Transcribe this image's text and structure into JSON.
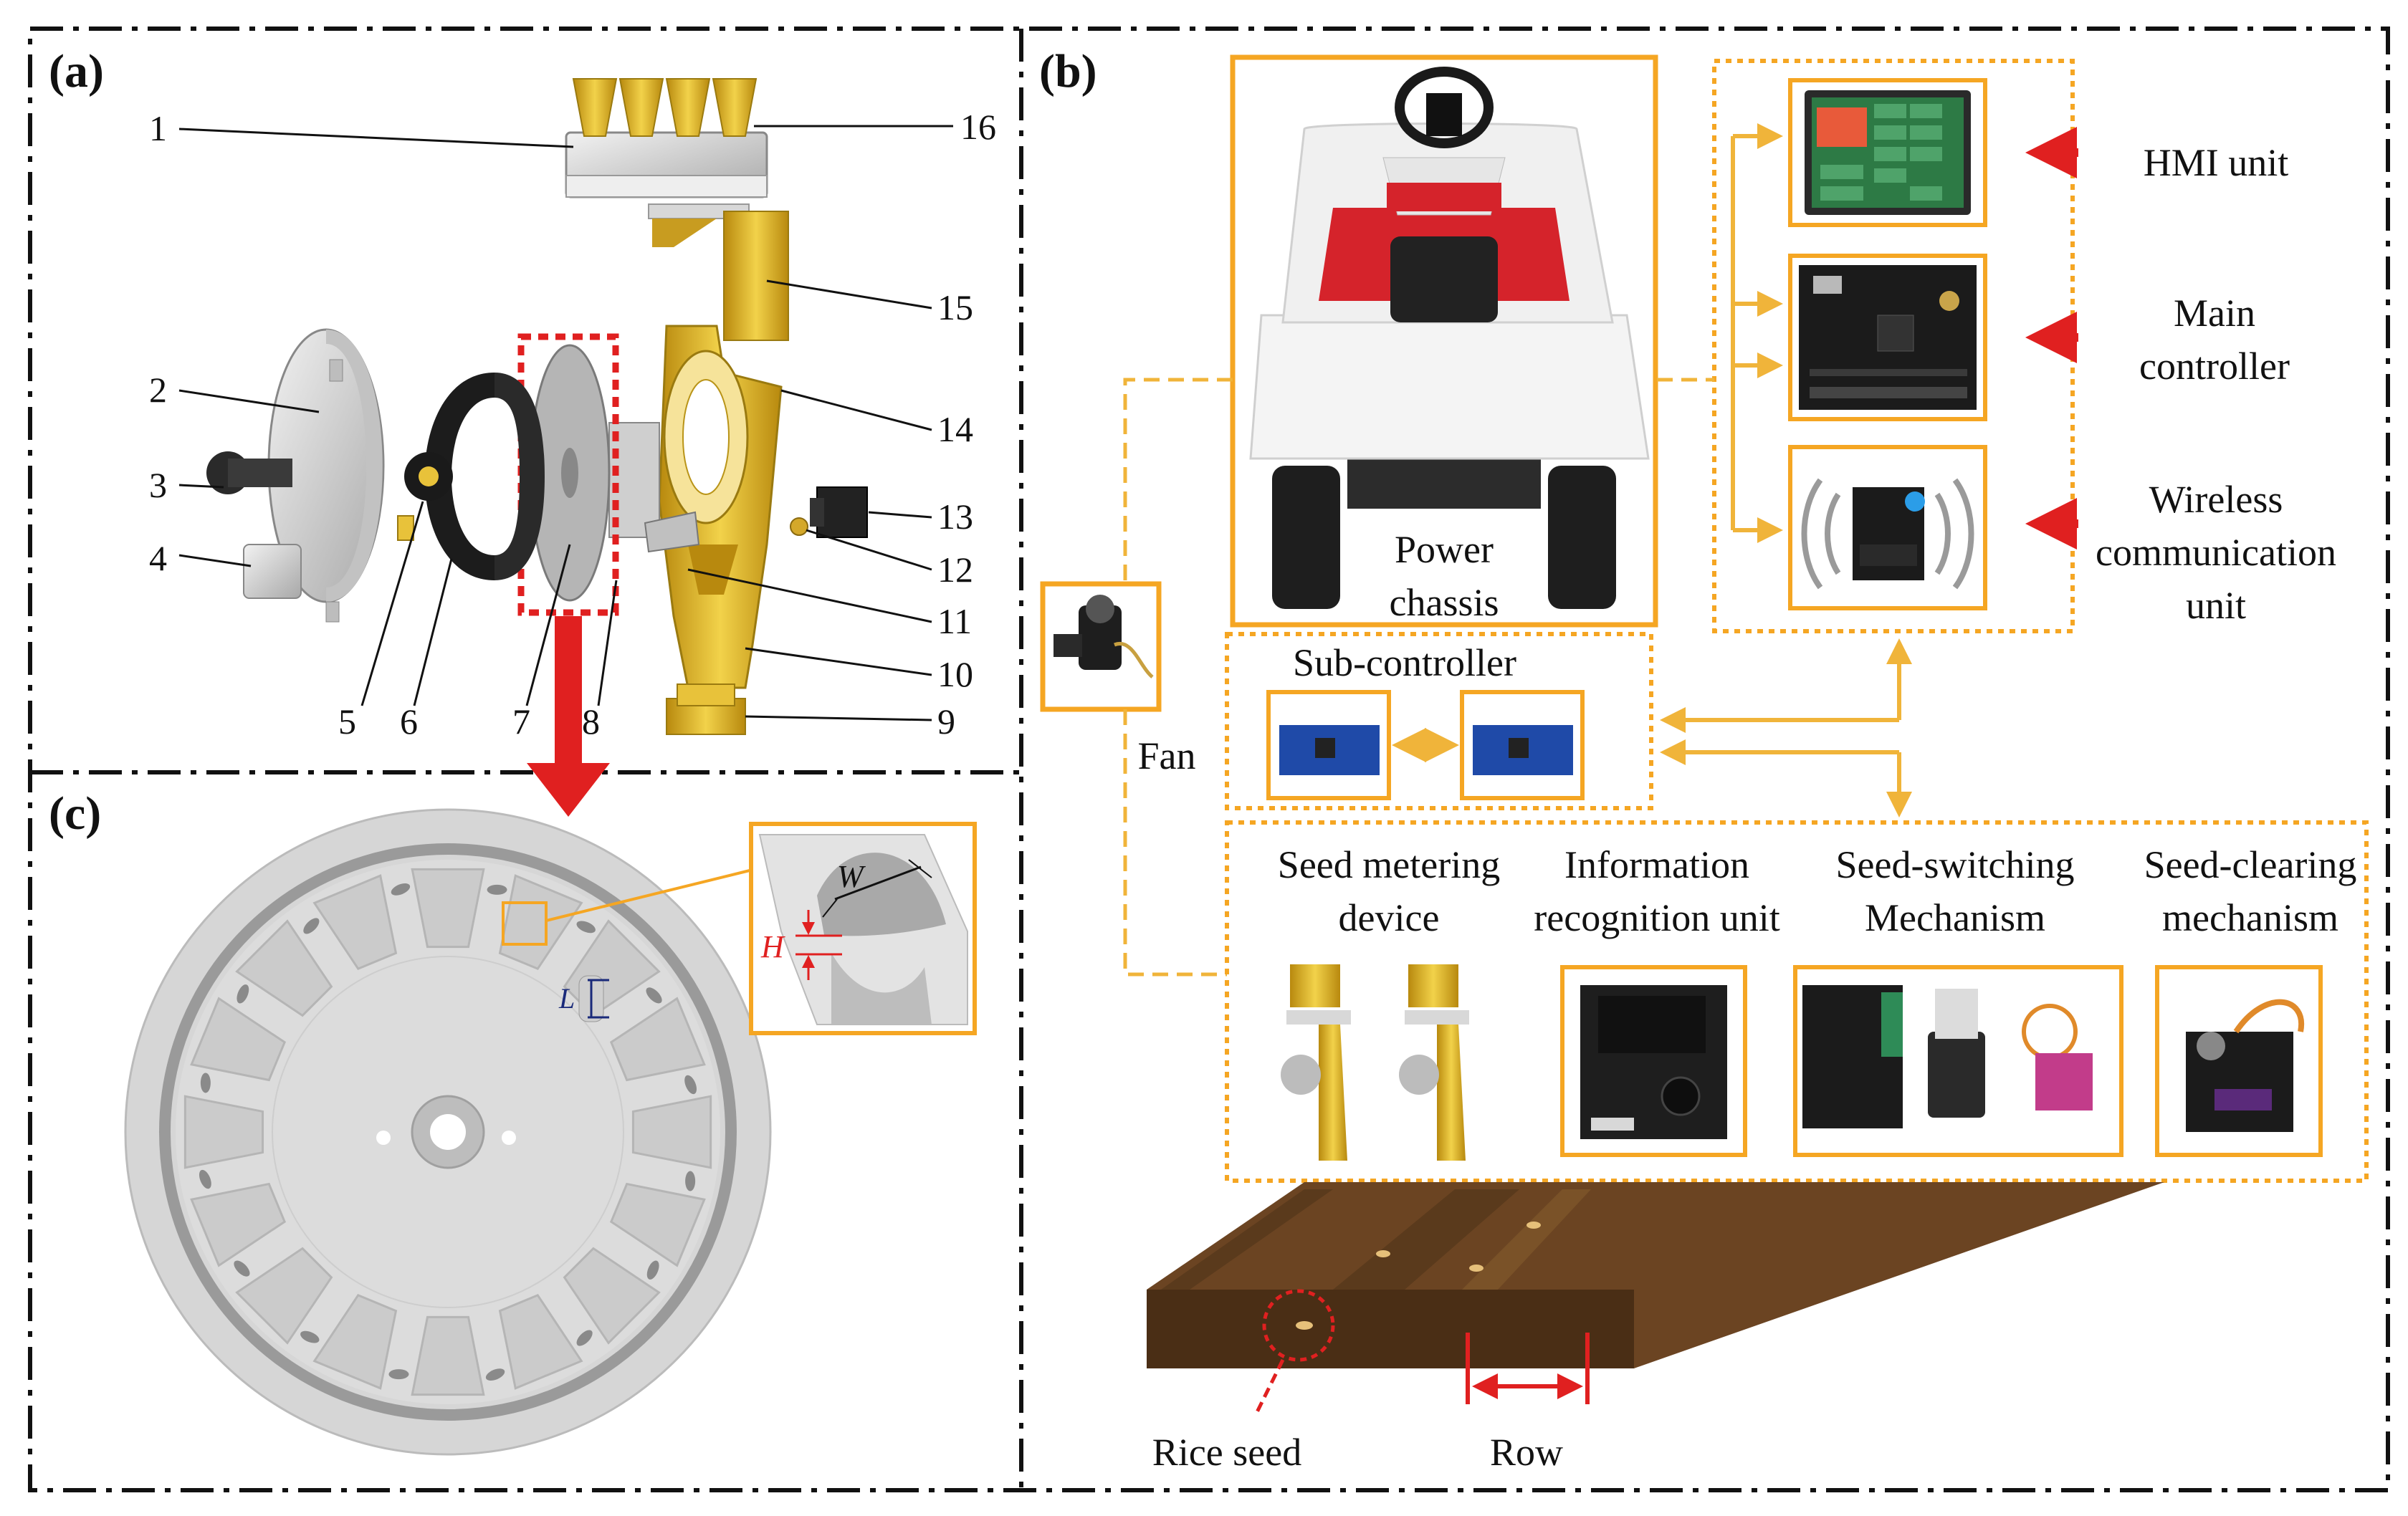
{
  "panels": {
    "a": "(a)",
    "b": "(b)",
    "c": "(c)"
  },
  "part_numbers": [
    "1",
    "2",
    "3",
    "4",
    "5",
    "6",
    "7",
    "8",
    "9",
    "10",
    "11",
    "12",
    "13",
    "14",
    "15",
    "16"
  ],
  "dimensions": {
    "w": "W",
    "h": "H",
    "l": "L"
  },
  "labels": {
    "power_chassis": [
      "Power",
      "chassis"
    ],
    "hmi_unit": "HMI unit",
    "main_controller": [
      "Main",
      "controller"
    ],
    "wireless_unit": [
      "Wireless",
      "communication",
      "unit"
    ],
    "sub_controller": "Sub-controller",
    "fan": "Fan",
    "seed_metering": [
      "Seed metering",
      "device"
    ],
    "info_recognition": [
      "Information",
      "recognition unit"
    ],
    "seed_switching": [
      "Seed-switching",
      "Mechanism"
    ],
    "seed_clearing": [
      "Seed-clearing",
      "mechanism"
    ],
    "rice_seed": "Rice seed",
    "row": "Row"
  },
  "colors": {
    "frame_dash": "#111111",
    "accent_orange": "#f5a623",
    "connector_orange": "#f0b43a",
    "highlight_red": "#e02020",
    "metal_gray": "#c8c8c8",
    "brass_yellow": "#e8c23a",
    "pcb_green": "#1f6b3a",
    "pcb_black": "#222222",
    "soil_brown": "#6b4422"
  }
}
